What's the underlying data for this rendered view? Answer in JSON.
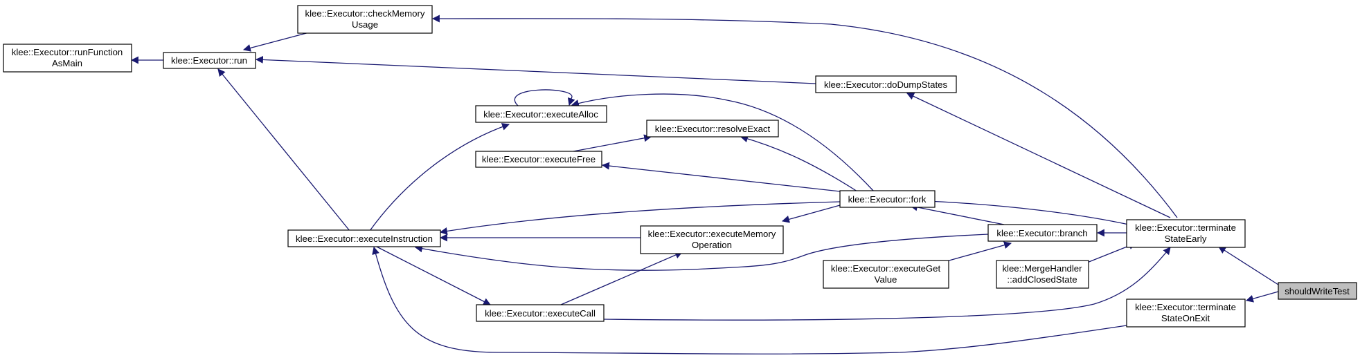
{
  "colors": {
    "edge": "#191970",
    "highlight_fill": "#bfbfbf",
    "node_fill": "#ffffff",
    "border": "#000000"
  },
  "nodes": {
    "runFunctionAsMain": [
      "klee::Executor::runFunction",
      "AsMain"
    ],
    "run": [
      "klee::Executor::run"
    ],
    "checkMemoryUsage": [
      "klee::Executor::checkMemory",
      "Usage"
    ],
    "executeInstruction": [
      "klee::Executor::executeInstruction"
    ],
    "doDumpStates": [
      "klee::Executor::doDumpStates"
    ],
    "executeAlloc": [
      "klee::Executor::executeAlloc"
    ],
    "resolveExact": [
      "klee::Executor::resolveExact"
    ],
    "executeFree": [
      "klee::Executor::executeFree"
    ],
    "fork": [
      "klee::Executor::fork"
    ],
    "executeMemoryOperation": [
      "klee::Executor::executeMemory",
      "Operation"
    ],
    "executeCall": [
      "klee::Executor::executeCall"
    ],
    "branch": [
      "klee::Executor::branch"
    ],
    "executeGetValue": [
      "klee::Executor::executeGet",
      "Value"
    ],
    "addClosedState": [
      "klee::MergeHandler",
      "::addClosedState"
    ],
    "terminateStateEarly": [
      "klee::Executor::terminate",
      "StateEarly"
    ],
    "terminateStateOnExit": [
      "klee::Executor::terminate",
      "StateOnExit"
    ],
    "shouldWriteTest": [
      "shouldWriteTest"
    ]
  }
}
